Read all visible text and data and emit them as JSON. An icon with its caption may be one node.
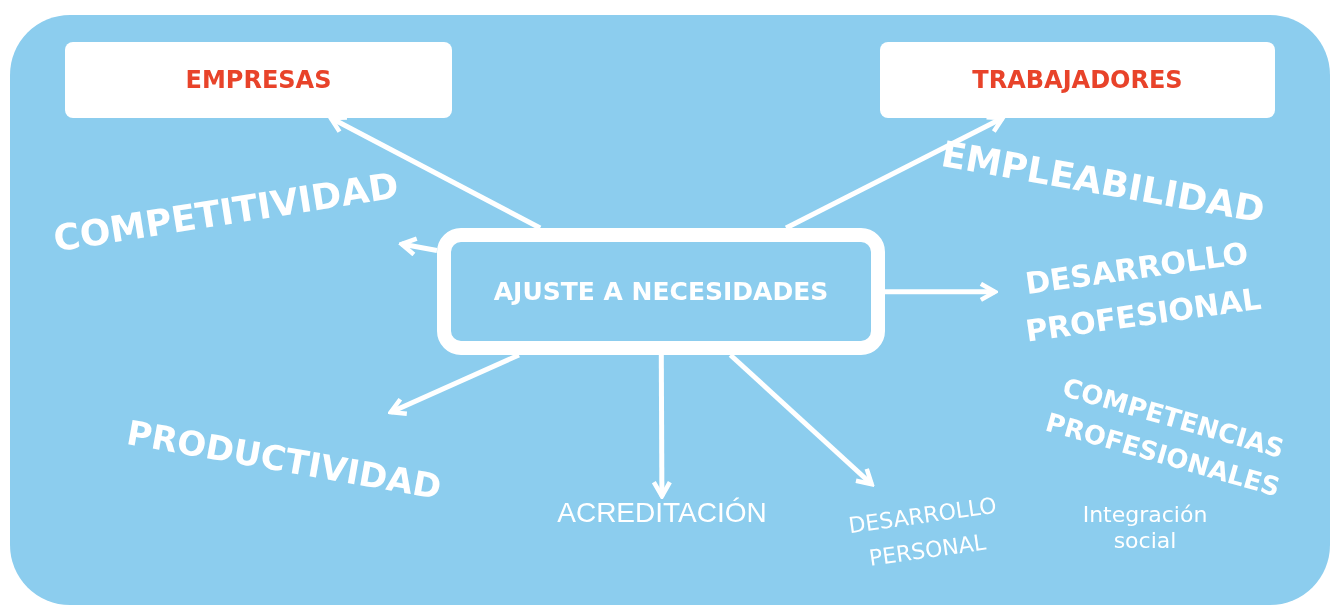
{
  "diagram": {
    "nodes": [
      {
        "text": [
          "EMPRESAS"
        ]
      },
      {
        "text": [
          "TRABAJADORES"
        ]
      },
      {
        "text": [
          "AJUSTE A NECESIDADES"
        ]
      },
      {
        "text": [
          "COMPETITIVIDAD"
        ]
      },
      {
        "text": [
          "PRODUCTIVIDAD"
        ]
      },
      {
        "text": [
          "ACREDITACIÓN"
        ]
      },
      {
        "text": [
          "DESARROLLO PERSONAL"
        ]
      },
      {
        "text": [
          "DESARROLLO PROFESIONAL"
        ]
      }
    ],
    "edges": [
      {
        "from": 2,
        "to": 0,
        "arrow": "to"
      },
      {
        "from": 2,
        "to": 1,
        "arrow": "to"
      },
      {
        "from": 2,
        "to": 3,
        "arrow": "to"
      },
      {
        "from": 2,
        "to": 7,
        "arrow": "to"
      },
      {
        "from": 2,
        "to": 4,
        "arrow": "to"
      },
      {
        "from": 2,
        "to": 5,
        "arrow": "to"
      },
      {
        "from": 2,
        "to": 6,
        "arrow": "to"
      }
    ],
    "labels": [
      "EMPLEABILIDAD",
      "COMPETENCIAS PROFESIONALES",
      "Integración social"
    ]
  }
}
